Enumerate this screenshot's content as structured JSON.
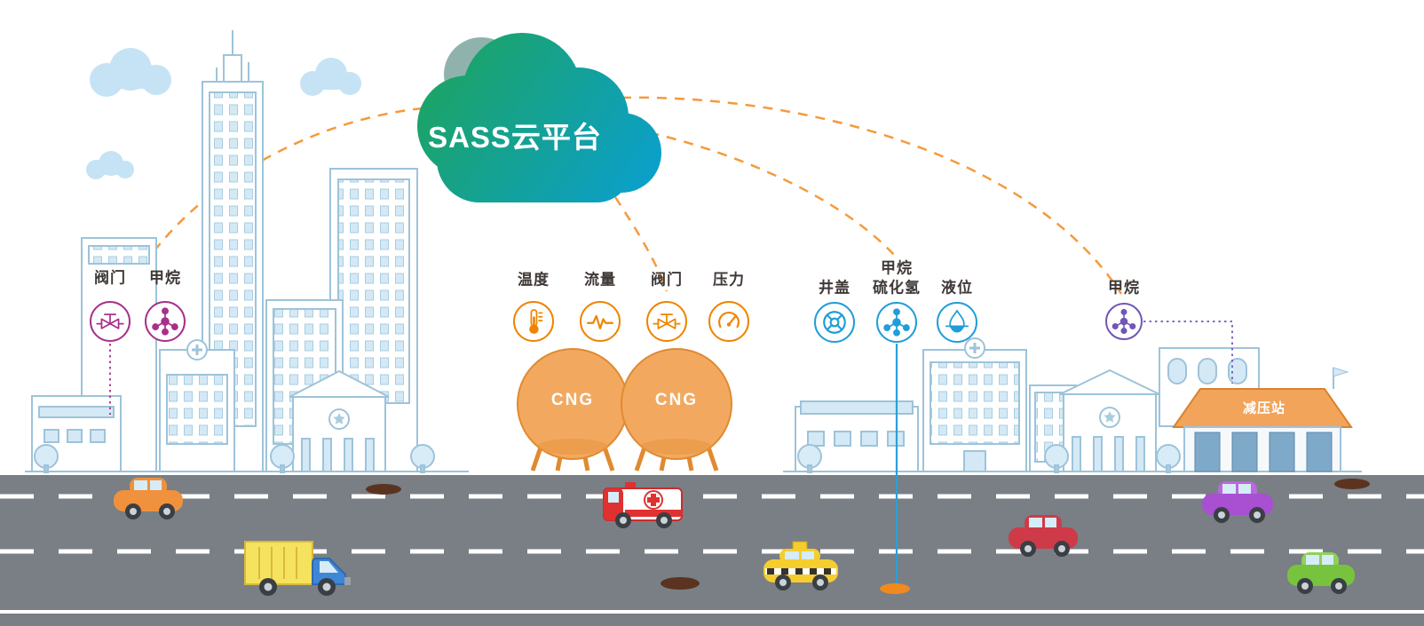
{
  "cloud": {
    "label": "SASS云平台"
  },
  "sensor_groups": [
    {
      "name": "city-pipeline",
      "color": "#a8308b",
      "sensors": [
        {
          "label": "阀门",
          "icon": "valve-icon"
        },
        {
          "label": "甲烷",
          "icon": "methane-icon"
        }
      ]
    },
    {
      "name": "cng-storage",
      "color": "#ee8400",
      "sensors": [
        {
          "label": "温度",
          "icon": "thermometer-icon"
        },
        {
          "label": "流量",
          "icon": "flow-icon"
        },
        {
          "label": "阀门",
          "icon": "valve-icon"
        },
        {
          "label": "压力",
          "icon": "pressure-gauge-icon"
        }
      ]
    },
    {
      "name": "manhole-network",
      "color": "#1f9ed9",
      "sensors": [
        {
          "label": "井盖",
          "icon": "manhole-cover-icon"
        },
        {
          "label": "甲烷",
          "label2": "硫化氢",
          "icon": "gas-molecule-icon"
        },
        {
          "label": "液位",
          "icon": "liquid-level-icon"
        }
      ]
    },
    {
      "name": "pressure-station",
      "color": "#7156b7",
      "sensors": [
        {
          "label": "甲烷",
          "icon": "methane-icon"
        }
      ]
    }
  ],
  "tanks": [
    {
      "label": "CNG"
    },
    {
      "label": "CNG"
    }
  ],
  "station": {
    "label": "减压站"
  },
  "palette": {
    "cloud_gradient_start": "#1ea45b",
    "cloud_gradient_end": "#0a9fd0",
    "connector_dash_orange": "#f59a3c",
    "group_magenta": "#a8308b",
    "group_orange": "#ee8400",
    "group_blue": "#1f9ed9",
    "group_purple": "#7156b7",
    "skyline_stroke": "#9ec3da",
    "road_gray": "#797f84",
    "tank_orange": "#f2a95f",
    "station_roof": "#f2a45a"
  },
  "scene": {
    "vehicles": [
      "orange-car",
      "delivery-truck",
      "ambulance",
      "taxi",
      "red-car",
      "purple-car",
      "green-car"
    ]
  }
}
